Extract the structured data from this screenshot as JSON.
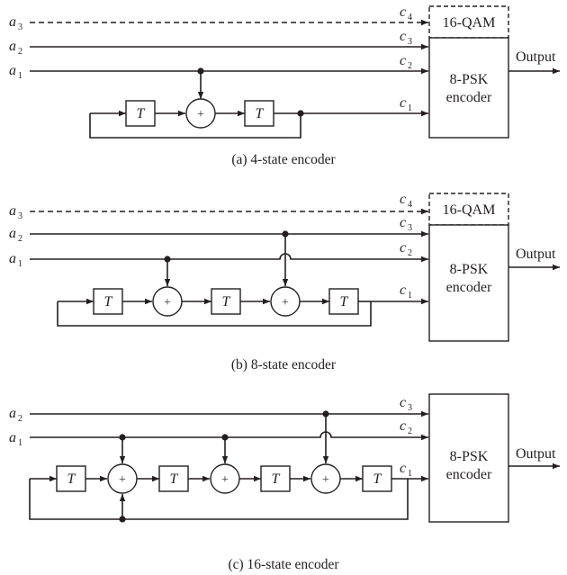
{
  "labels": {
    "a1": "a",
    "a1_sub": "1",
    "a2": "a",
    "a2_sub": "2",
    "a3": "a",
    "a3_sub": "3",
    "c1": "c",
    "c1_sub": "1",
    "c2": "c",
    "c2_sub": "2",
    "c3": "c",
    "c3_sub": "3",
    "c4": "c",
    "c4_sub": "4",
    "delay": "T",
    "adder": "+",
    "qam": "16-QAM",
    "psk_line1": "8-PSK",
    "psk_line2": "encoder",
    "output": "Output"
  },
  "captions": {
    "a": "(a) 4-state encoder",
    "b": "(b) 8-state encoder",
    "c": "(c) 16-state encoder"
  }
}
